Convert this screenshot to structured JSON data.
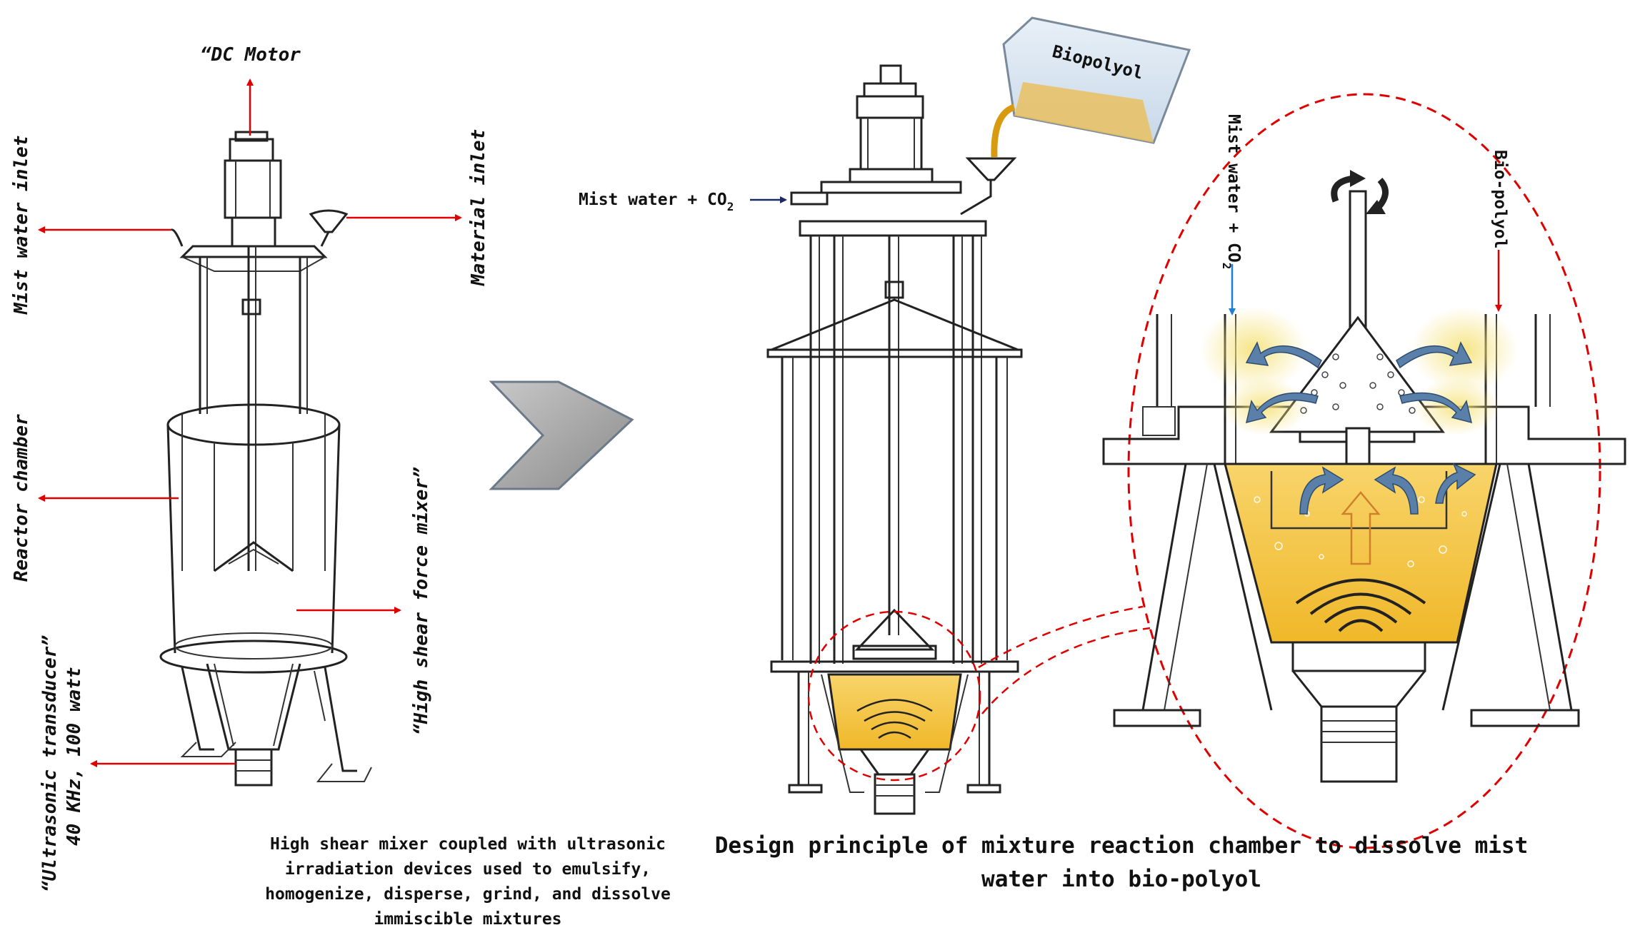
{
  "left_panel": {
    "labels": {
      "dc_motor": "“DC Motor",
      "mist_water_inlet": "Mist water inlet",
      "material_inlet": "Material inlet",
      "reactor_chamber": "Reactor chamber",
      "high_shear": "“High shear force mixer”",
      "ultrasonic_line1": "“Ultrasonic transducer”",
      "ultrasonic_line2": "40 KHz, 100 watt"
    },
    "caption": [
      "High shear mixer coupled with ultrasonic",
      "irradiation devices used to emulsify,",
      "homogenize, disperse, grind, and dissolve",
      "immiscible mixtures"
    ]
  },
  "middle_panel": {
    "beaker_label": "Biopolyol",
    "mist_label": "Mist water + CO",
    "mist_sub": "2"
  },
  "right_panel": {
    "mist_label": "Mist water + CO",
    "mist_sub": "2",
    "biopolyol_label": "Bio-polyol"
  },
  "caption_main": [
    "Design principle of mixture reaction chamber to dissolve mist",
    "water into bio-polyol"
  ],
  "colors": {
    "annotation_red": "#e00000",
    "liquid_yellow": "#f5c842",
    "arrow_gray": "#a8a8a8",
    "callout_dash": "#e00000",
    "inlet_blue": "#1f7fd0"
  }
}
